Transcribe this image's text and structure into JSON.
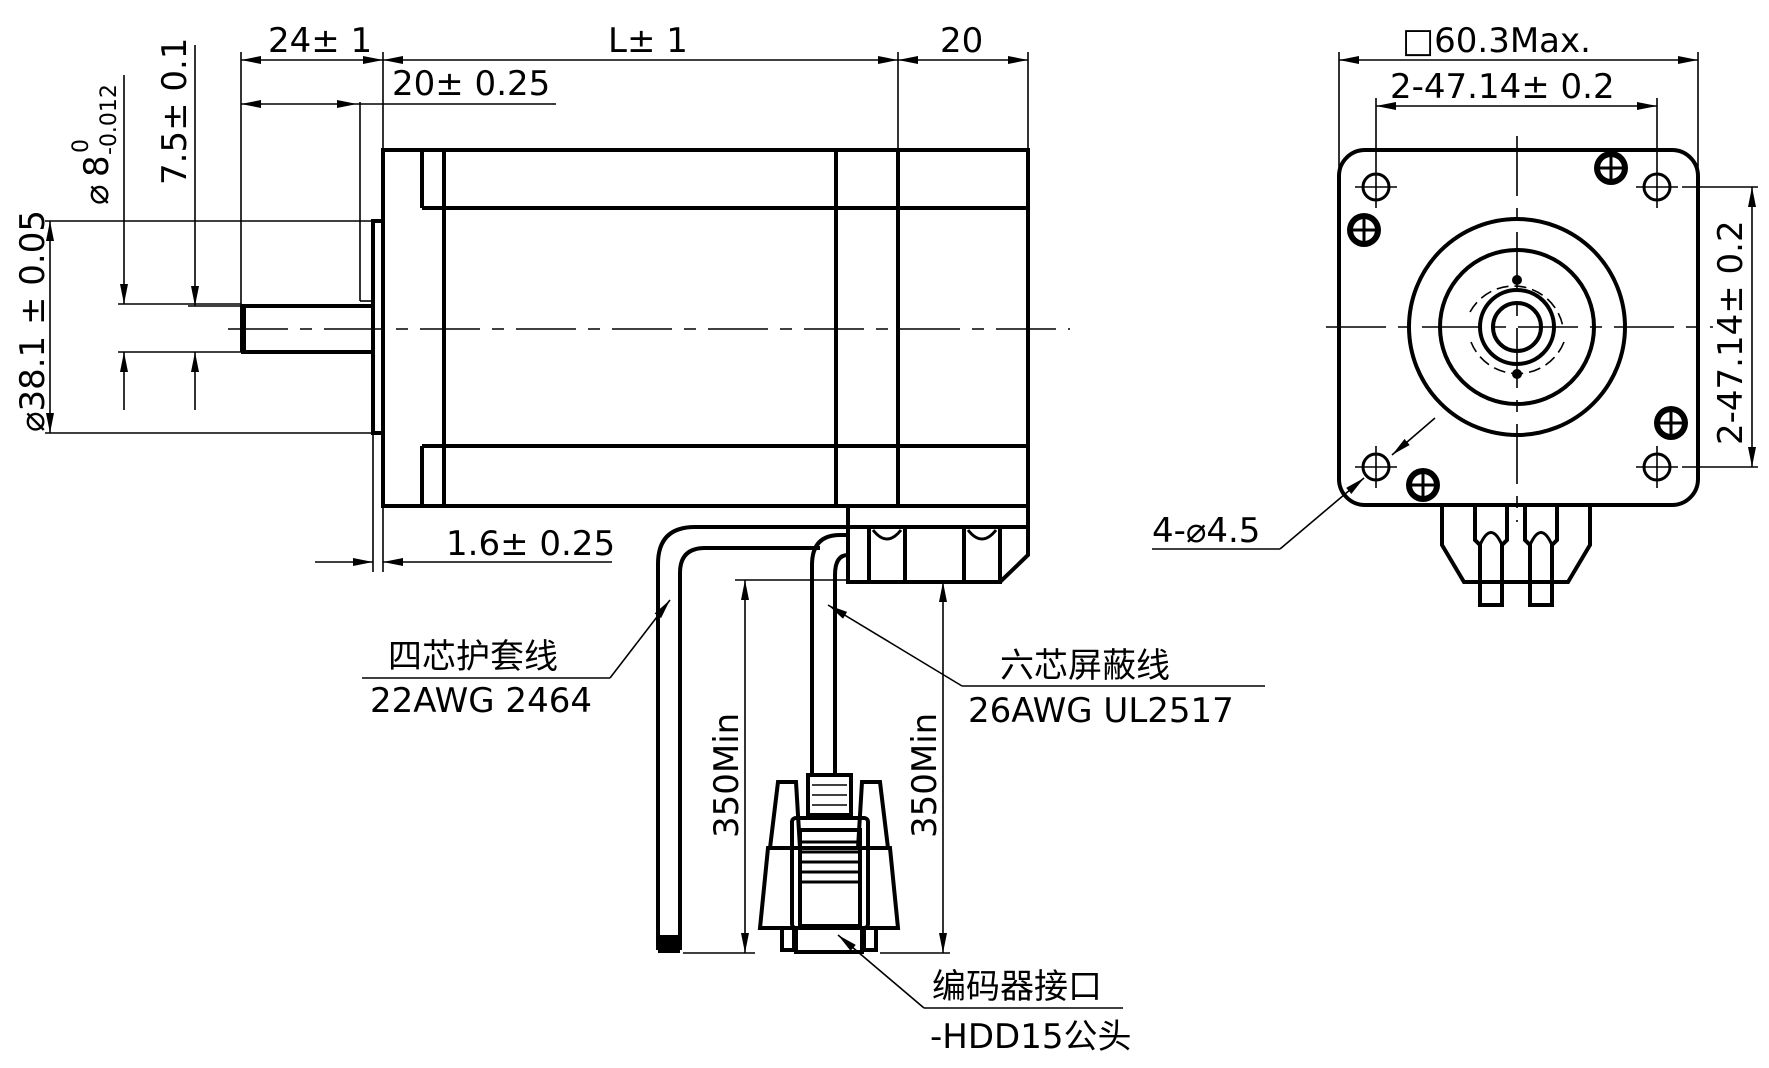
{
  "drawing": {
    "type": "engineering-drawing",
    "subject": "Closed-loop stepper motor outline dimensions",
    "line_color": "#000000",
    "background": "#ffffff"
  },
  "side_view": {
    "dimensions": {
      "shaft_length": "24± 1",
      "body_length": "L± 1",
      "rear_length": "20",
      "boss_to_key": "20± 0.25",
      "flat_width": "7.5± 0.1",
      "shaft_diameter_symbol": "⌀",
      "shaft_diameter_nominal": "8",
      "shaft_diameter_upper_tol": "0",
      "shaft_diameter_lower_tol": "-0.012",
      "pilot_diameter": "⌀38.1 ± 0.05",
      "pilot_height": "1.6± 0.25",
      "cable_length_left": "350Min",
      "cable_length_right": "350Min"
    },
    "callouts": {
      "power_cable": {
        "line1": "四芯护套线",
        "line2": "22AWG 2464"
      },
      "encoder_cable": {
        "line1": "六芯屏蔽线",
        "line2": "26AWG UL2517"
      },
      "encoder_connector": {
        "line1": "编码器接口",
        "line2": "-HDD15公头"
      }
    }
  },
  "front_view": {
    "dimensions": {
      "flange_square": "□60.3Max.",
      "hole_spacing_horizontal": "2-47.14± 0.2",
      "hole_spacing_vertical": "2-47.14± 0.2",
      "mounting_holes": "4-⌀4.5"
    }
  }
}
